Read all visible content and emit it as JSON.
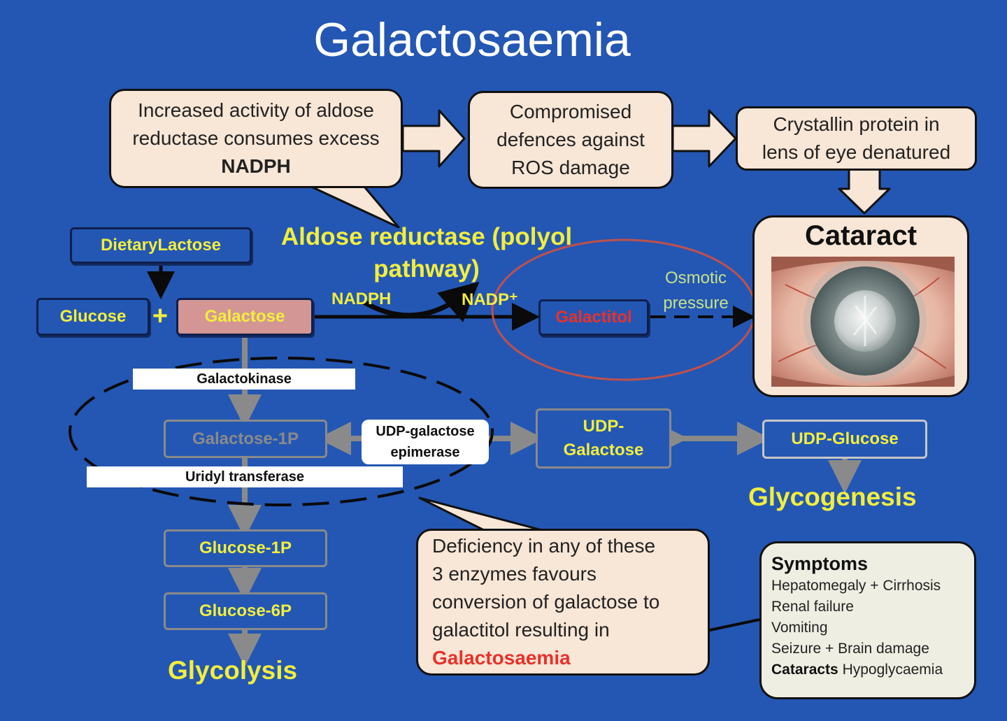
{
  "title": "Galactosaemia",
  "callouts": {
    "aldose": {
      "line1": "Increased activity of aldose",
      "line2": "reductase consumes excess",
      "line3": "NADPH"
    },
    "ros": {
      "line1": "Compromised",
      "line2": "defences against",
      "line3": "ROS damage"
    },
    "crystallin": {
      "line1": "Crystallin protein in",
      "line2": "lens of eye denatured"
    },
    "deficiency": {
      "line1": "Deficiency in any of these",
      "line2": "3 enzymes favours",
      "line3": "conversion of galactose to",
      "line4": "galactitol resulting in",
      "line5": "Galactosaemia"
    }
  },
  "cataract": {
    "title": "Cataract"
  },
  "pathway": {
    "dietary_lactose": "DietaryLactose",
    "glucose": "Glucose",
    "plus": "+",
    "galactose": "Galactose",
    "aldose_label_line1": "Aldose reductase (polyol",
    "aldose_label_line2": "pathway)",
    "nadph": "NADPH",
    "nadp": "NADP⁺",
    "galactitol": "Galactitol",
    "osmotic_line1": "Osmotic",
    "osmotic_line2": "pressure",
    "galactokinase": "Galactokinase",
    "galactose_1p": "Galactose-1P",
    "epimerase_line1": "UDP-galactose",
    "epimerase_line2": "epimerase",
    "uridyl": "Uridyl transferase",
    "udp_galactose_line1": "UDP-",
    "udp_galactose_line2": "Galactose",
    "udp_glucose": "UDP-Glucose",
    "glycogenesis": "Glycogenesis",
    "glucose_1p": "Glucose-1P",
    "glucose_6p": "Glucose-6P",
    "glycolysis": "Glycolysis"
  },
  "symptoms": {
    "title": "Symptoms",
    "items": [
      "Hepatomegaly + Cirrhosis",
      "Renal failure",
      "Vomiting",
      "Seizure + Brain damage"
    ],
    "last_bold": "Cataracts",
    "last_rest": "Hypoglycaemia"
  },
  "colors": {
    "background": "#2457b3",
    "callout_fill": "#f8e6d6",
    "node_text": "#f1ee3e",
    "galactitol_text": "#e8312a",
    "galactose_fill": "#d49694",
    "gray": "#8a8a8a",
    "symptoms_fill": "#eeeee2",
    "ellipse_red": "#c0504d"
  }
}
